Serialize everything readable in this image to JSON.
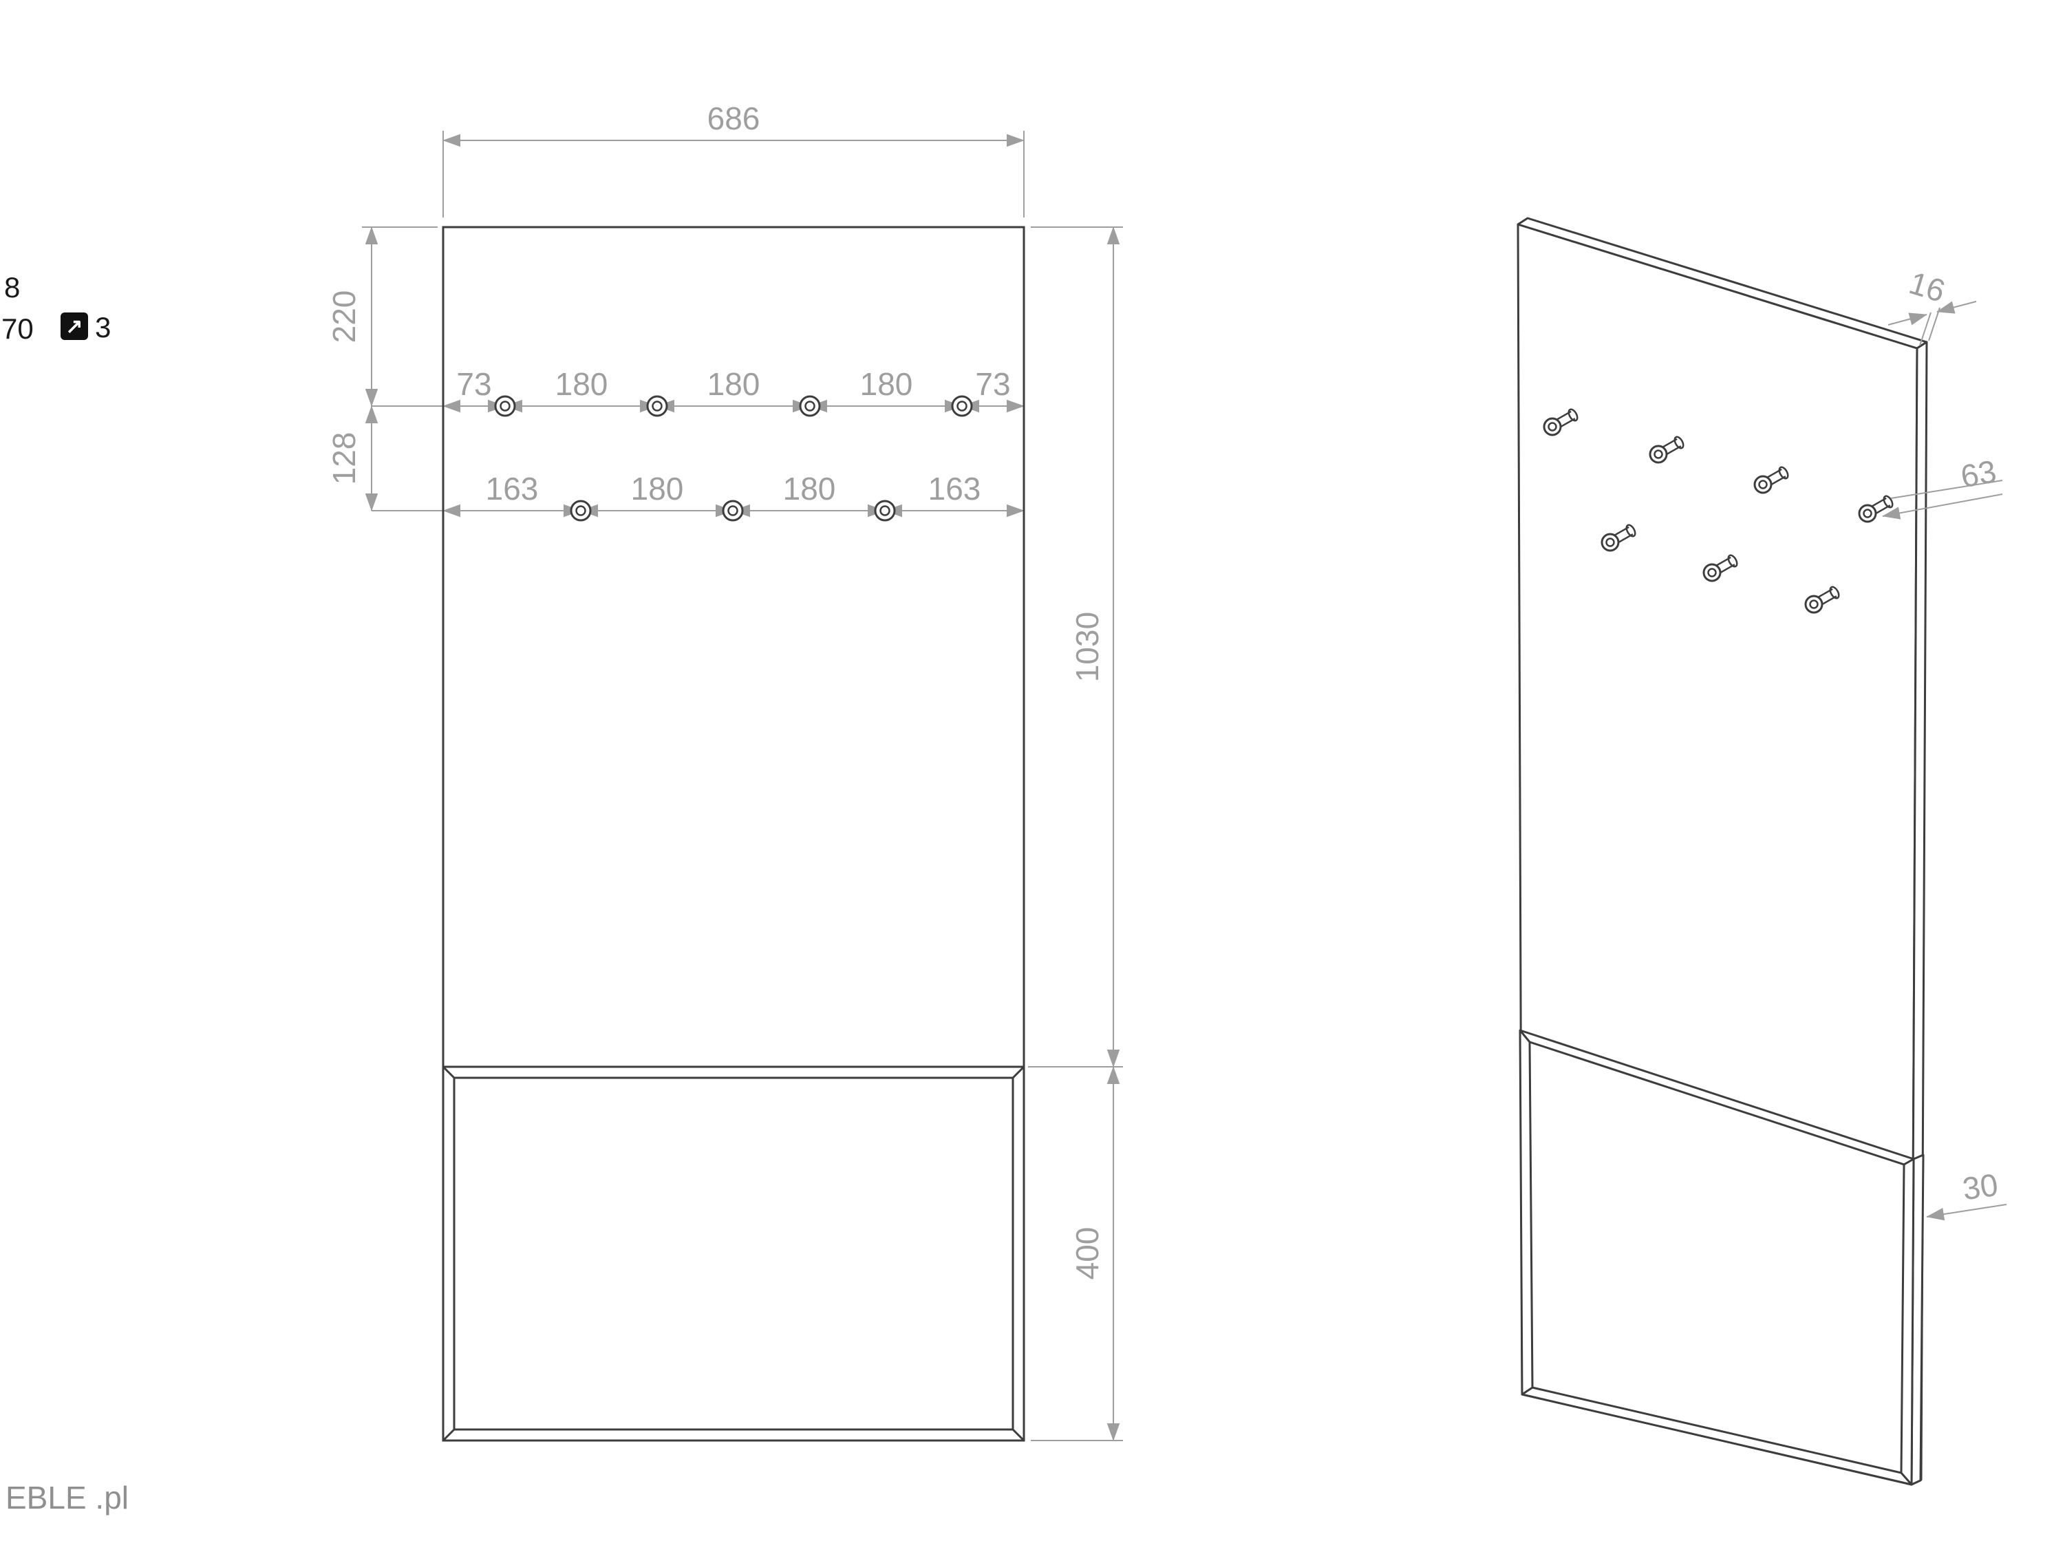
{
  "colors": {
    "object_line": "#3d3d3d",
    "dimension_line": "#9e9e9e",
    "dark_text": "#1a1a1a",
    "watermark_text": "#8f8f8f"
  },
  "corner_note": {
    "line1": "8",
    "line2": "70",
    "badge_icon": "↗",
    "badge_value": "3"
  },
  "front_view": {
    "width": "686",
    "top_offset": "220",
    "row_gap": "128",
    "row1": [
      "73",
      "180",
      "180",
      "180",
      "73"
    ],
    "row2": [
      "163",
      "180",
      "180",
      "163"
    ],
    "upper_height": "1030",
    "lower_height": "400"
  },
  "side_view": {
    "thickness": "16",
    "hook_length": "63",
    "lower_thickness": "30"
  },
  "watermark": {
    "text": "EBLE .pl"
  }
}
